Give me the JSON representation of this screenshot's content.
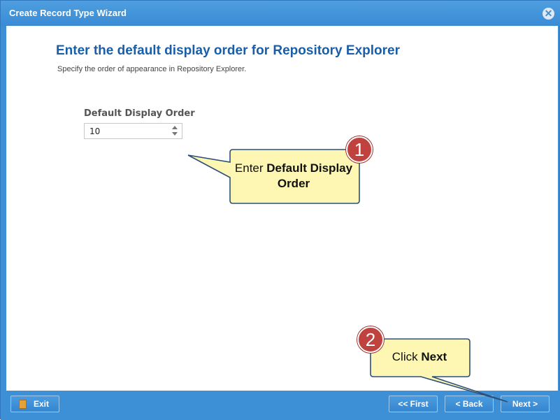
{
  "window": {
    "title": "Create Record Type Wizard",
    "close_icon": "close-icon"
  },
  "main": {
    "heading": "Enter the default display order for Repository Explorer",
    "subheading": "Specify the order of appearance in Repository Explorer.",
    "field": {
      "label": "Default Display Order",
      "value": "10"
    }
  },
  "footer": {
    "exit_label": "Exit",
    "first_label": "<< First",
    "back_label": "< Back",
    "next_label": "Next >"
  },
  "callouts": {
    "one": {
      "number": "1",
      "text_prefix": "Enter ",
      "text_bold": "Default Display Order"
    },
    "two": {
      "number": "2",
      "text_prefix": "Click ",
      "text_bold": "Next"
    }
  },
  "colors": {
    "titlebar": "#3d8fd6",
    "heading": "#1a5ea8",
    "callout_fill": "#fdf7b3",
    "badge": "#c0423f"
  }
}
